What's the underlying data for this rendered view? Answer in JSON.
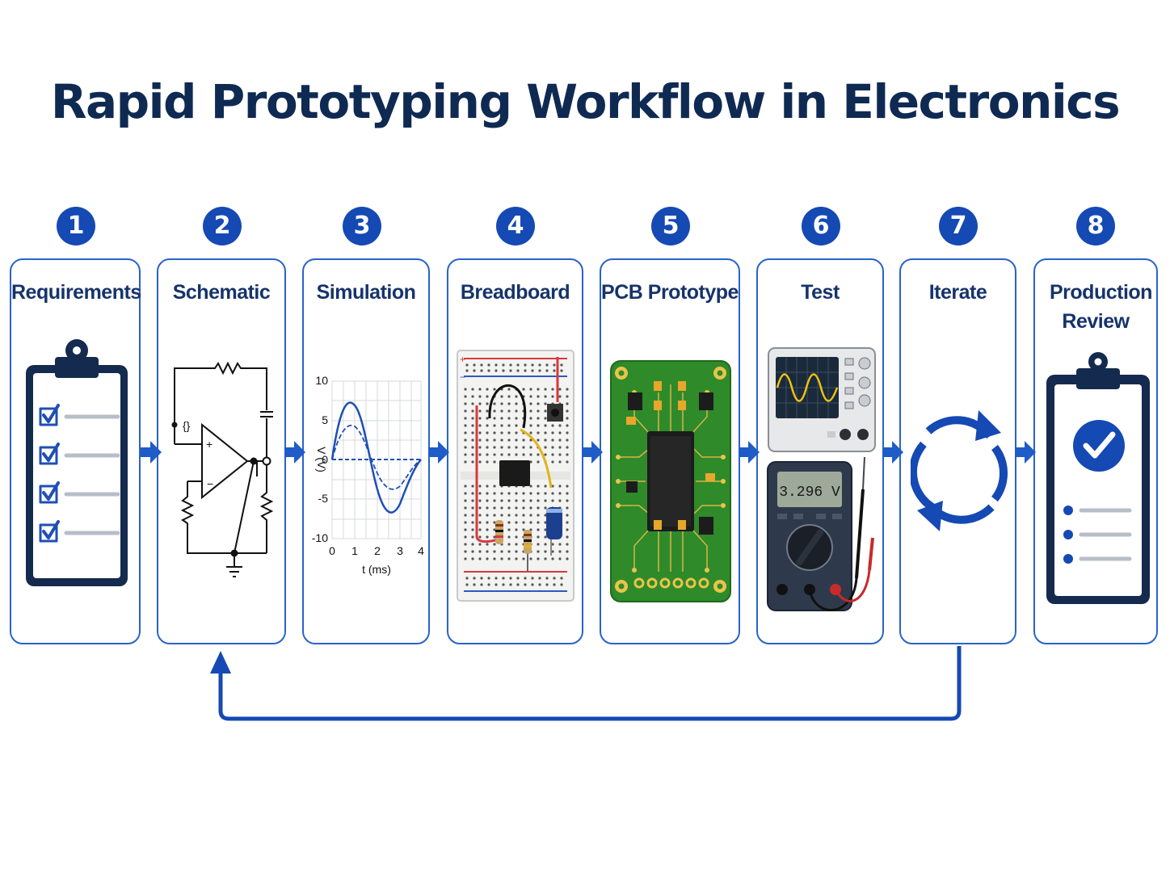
{
  "title": "Rapid Prototyping Workflow in Electronics",
  "steps": [
    {
      "number": "1",
      "label": "Requirements"
    },
    {
      "number": "2",
      "label": "Schematic"
    },
    {
      "number": "3",
      "label": "Simulation"
    },
    {
      "number": "4",
      "label": "Breadboard"
    },
    {
      "number": "5",
      "label": "PCB Prototype"
    },
    {
      "number": "6",
      "label": "Test"
    },
    {
      "number": "7",
      "label": "Iterate"
    },
    {
      "number": "8",
      "label": "Production Review"
    }
  ],
  "simulation": {
    "y_ticks": [
      "10",
      "5",
      "0",
      "-5",
      "-10"
    ],
    "x_ticks": [
      "0",
      "1",
      "2",
      "3",
      "4"
    ],
    "xlabel": "t (ms)",
    "ylabel": "V (V)"
  },
  "multimeter": {
    "reading": "3.296 V"
  },
  "colors": {
    "accent": "#1549b4",
    "card_border": "#2a63c9",
    "title": "#0f2a52",
    "pcb": "#2f8a2a"
  },
  "icons": [
    "checklist-icon",
    "schematic-icon",
    "waveform-chart",
    "breadboard-icon",
    "pcb-icon",
    "oscilloscope-icon",
    "multimeter-icon",
    "refresh-cycle-icon",
    "approved-clipboard-icon"
  ]
}
